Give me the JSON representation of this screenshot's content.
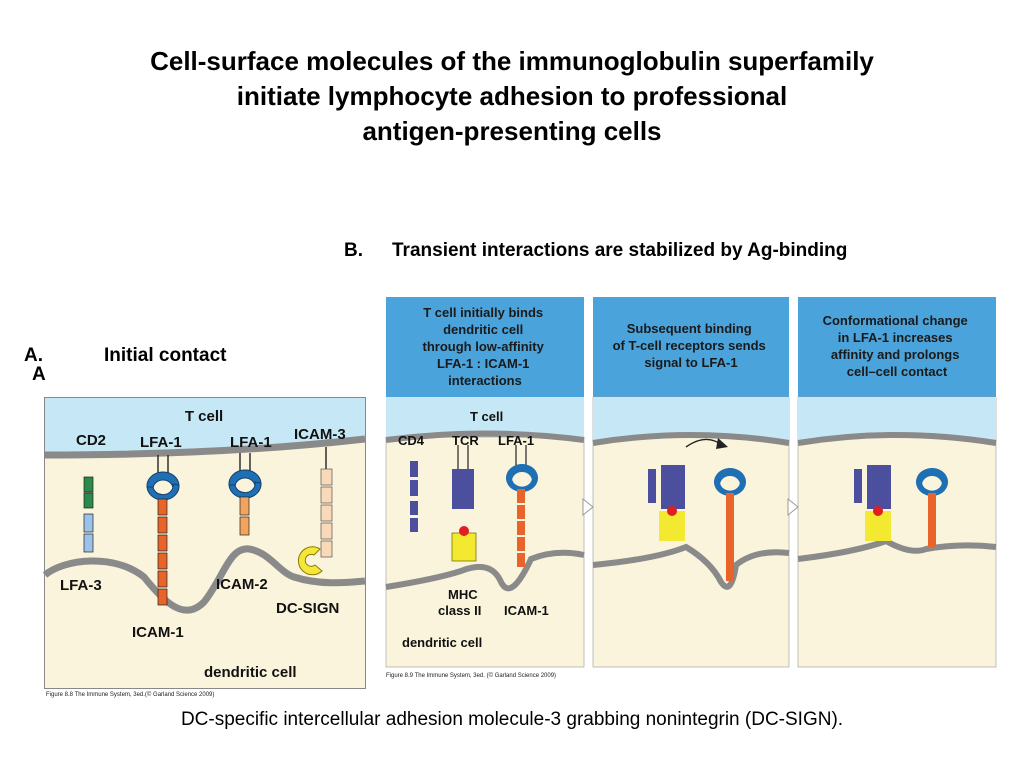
{
  "title": {
    "line1": "Cell-surface molecules of the immunoglobulin superfamily",
    "line2": "initiate lymphocyte adhesion to professional",
    "line3": "antigen-presenting cells"
  },
  "section_b": {
    "tag": "B.",
    "text": "Transient interactions are stabilized by Ag-binding"
  },
  "section_a": {
    "tag": "A.",
    "text": "Initial contact",
    "stray": "A"
  },
  "figure_a": {
    "tcell": "T cell",
    "dendritic": "dendritic cell",
    "labels": {
      "cd2": "CD2",
      "lfa1_a": "LFA-1",
      "lfa1_b": "LFA-1",
      "icam3": "ICAM-3",
      "lfa3": "LFA-3",
      "icam1": "ICAM-1",
      "icam2": "ICAM-2",
      "dcsign": "DC-SIGN"
    },
    "credit": "Figure 8.8 The Immune System, 3ed.(© Garland Science 2009)"
  },
  "figure_b": {
    "panel1_header": [
      "T cell initially binds",
      "dendritic cell",
      "through low-affinity",
      "LFA-1 : ICAM-1",
      "interactions"
    ],
    "panel2_header": [
      "Subsequent binding",
      "of T-cell receptors sends",
      "signal to LFA-1"
    ],
    "panel3_header": [
      "Conformational change",
      "in LFA-1 increases",
      "affinity and prolongs",
      "cell–cell contact"
    ],
    "tcell": "T cell",
    "dendritic": "dendritic cell",
    "labels": {
      "cd4": "CD4",
      "tcr": "TCR",
      "lfa1": "LFA-1",
      "mhc1": "MHC",
      "mhc2": "class II",
      "icam1": "ICAM-1"
    },
    "credit": "Figure 8.9 The Immune System, 3ed. (© Garland Science 2009)"
  },
  "caption": "DC-specific intercellular adhesion molecule-3 grabbing nonintegrin (DC-SIGN).",
  "colors": {
    "tcell_fill": "#c6e8f6",
    "apc_fill": "#faf4dc",
    "header_blue": "#4aa3da",
    "lfa1": "#1f6fb5",
    "icam1": "#e8642a",
    "icam2": "#f2a45e",
    "icam3": "#fad9b8",
    "cd2": "#2a8a4a",
    "lfa3": "#9cc2ea",
    "dcsign": "#f5e63a",
    "cd4_tcr": "#4b4f9e",
    "mhc": "#f2e930"
  }
}
